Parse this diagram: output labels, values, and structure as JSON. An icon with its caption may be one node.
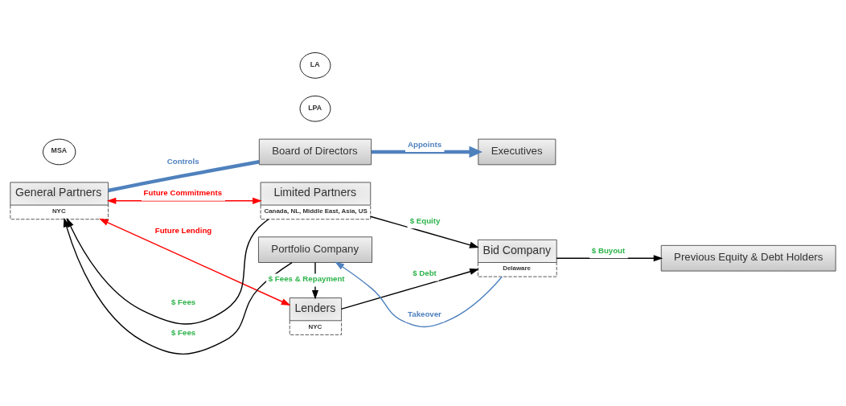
{
  "diagram": {
    "nodes": [
      {
        "text": [
          "Board of Directors"
        ]
      },
      {
        "text": [
          "General Partners",
          "NYC"
        ]
      },
      {
        "text": [
          "Limited Partners",
          "Canada, NL, Middle East, Asia, US"
        ]
      },
      {
        "text": [
          "LPA"
        ]
      },
      {
        "text": [
          "Lenders",
          "NYC"
        ]
      },
      {
        "text": [
          "Executives"
        ]
      },
      {
        "text": [
          "Bid Company",
          "Delaware"
        ]
      },
      {
        "text": [
          "MSA"
        ]
      },
      {
        "text": [
          "LA"
        ]
      },
      {
        "text": [
          "Portfolio Company"
        ]
      },
      {
        "text": [
          "Previous Equity & Debt Holders"
        ]
      }
    ],
    "edges": [
      {
        "from": 1,
        "to": 0,
        "arrow": "none",
        "label": "Controls",
        "style": "thick",
        "color": "#4f81bd"
      },
      {
        "from": 0,
        "to": 5,
        "arrow": "to",
        "label": "Appoints",
        "style": "thick",
        "color": "#4f81bd"
      },
      {
        "from": 2,
        "to": 1,
        "arrow": "to",
        "label": "$ Fees"
      },
      {
        "from": 1,
        "to": 2,
        "arrow": "both",
        "label": "Future Commitments",
        "color": "#ff0000"
      },
      {
        "from": 1,
        "to": 4,
        "arrow": "both",
        "label": "Future Lending",
        "color": "#ff0000"
      },
      {
        "from": 2,
        "to": 6,
        "arrow": "to",
        "label": "$ Equity"
      },
      {
        "from": 4,
        "to": 6,
        "arrow": "to",
        "label": "$ Debt"
      },
      {
        "from": 6,
        "to": 9,
        "arrow": "to",
        "label": "Takeover",
        "color": "#4f81bd"
      },
      {
        "from": 6,
        "to": 10,
        "arrow": "to",
        "label": "$ Buyout"
      },
      {
        "from": 9,
        "to": 1,
        "arrow": "to",
        "label": "$ Fees"
      },
      {
        "from": 9,
        "to": 4,
        "arrow": "to",
        "label": "$ Fees & Repayment"
      }
    ]
  }
}
